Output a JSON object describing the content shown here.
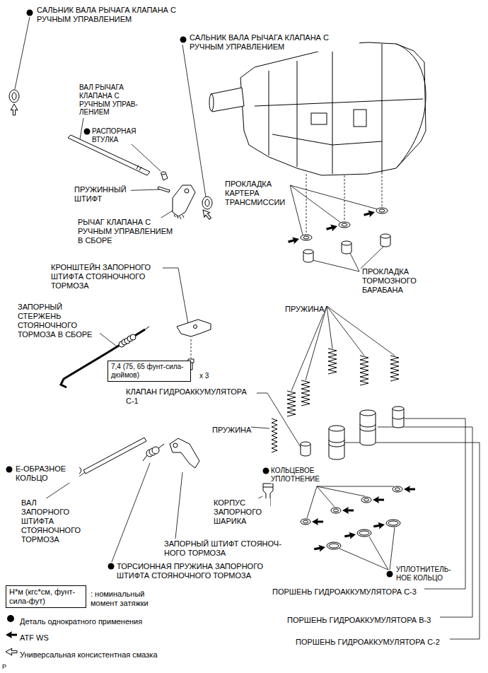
{
  "diagram": {
    "nodes": [
      {
        "text": [
          "7,4 (75, 65 фунт-сила-дюймов)"
        ]
      },
      {
        "text": [
          "Н*м (кгс*см, фунт-сила-фут)"
        ]
      }
    ],
    "labels": [
      "САЛЬНИК ВАЛА РЫЧАГА КЛАПАНА С РУЧНЫМ УПРАВЛЕНИЕМ",
      "САЛЬНИК ВАЛА РЫЧАГА КЛАПАНА С РУЧНЫМ УПРАВЛЕНИЕМ",
      "ВАЛ РЫЧАГА КЛАПАНА С РУЧНЫМ УПРАВ- ЛЕНИЕМ",
      "РАСПОРНАЯ ВТУЛКА",
      "ПРУЖИННЫЙ ШТИФТ",
      "РЫЧАГ КЛАПАНА С РУЧНЫМ УПРАВЛЕНИЕМ В СБОРЕ",
      "ПРОКЛАДКА КАРТЕРА ТРАНСМИССИИ",
      "ПРОКЛАДКА ТОРМОЗНОГО БАРАБАНА",
      "КРОНШТЕЙН ЗАПОРНОГО ШТИФТА СТОЯНОЧНОГО ТОРМОЗА",
      "ЗАПОРНЫЙ СТЕРЖЕНЬ СТОЯНОЧНОГО ТОРМОЗА В СБОРЕ",
      "ПРУЖИНА",
      "x 3",
      "КЛАПАН ГИДРОАККУМУЛЯТОРА С-1",
      "ПРУЖИНА",
      "Е-ОБРАЗНОЕ КОЛЬЦО",
      "КОЛЬЦЕВОЕ УПЛОТНЕНИЕ",
      "КОРПУС ЗАПОРНОГО ШАРИКА",
      "ВАЛ ЗАПОРНОГО ШТИФТА СТОЯНОЧНОГО ТОРМОЗА",
      "ЗАПОРНЫЙ ШТИФТ СТОЯНОЧ- НОГО ТОРМОЗА",
      "ТОРСИОННАЯ ПРУЖИНА ЗАПОРНОГО ШТИФТА СТОЯНОЧНОГО ТОРМОЗА",
      "УПЛОТНИТЕЛЬ- НОЕ КОЛЬЦО",
      "ПОРШЕНЬ ГИДРОАККУМУЛЯТОРА С-3",
      "ПОРШЕНЬ ГИДРОАККУМУЛЯТОРА В-3",
      "ПОРШЕНЬ ГИДРОАККУМУЛЯТОРА С-2",
      "P"
    ],
    "legend": [
      {
        "text": ": номинальный момент затяжки"
      },
      {
        "text": "Деталь однократного применения"
      },
      {
        "text": "ATF WS"
      },
      {
        "text": "Универсальная консистентная смазка"
      }
    ]
  }
}
